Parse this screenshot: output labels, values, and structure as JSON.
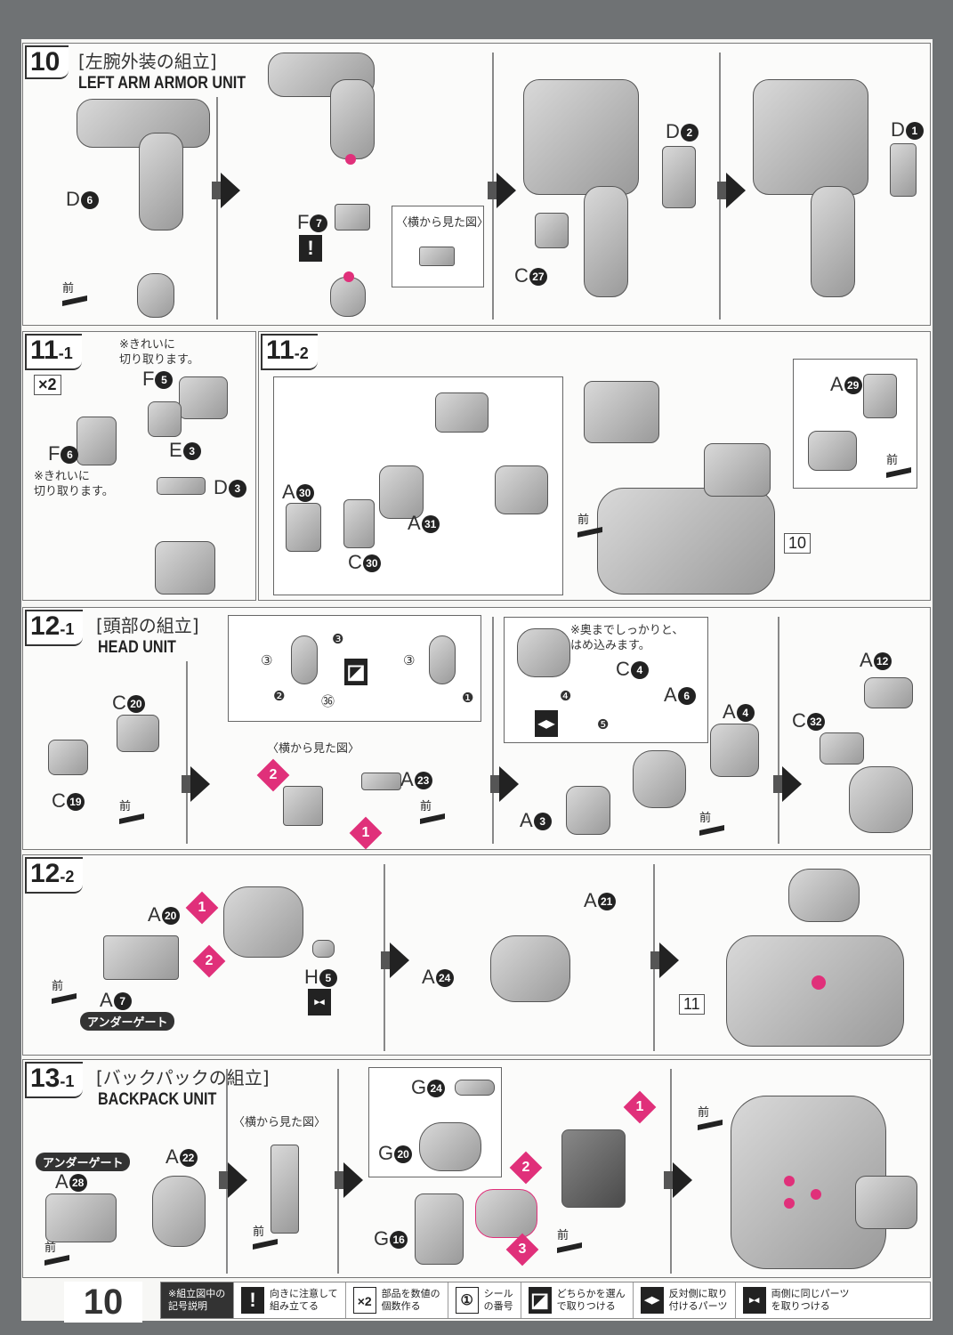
{
  "page_number": "10",
  "step10": {
    "num": "10",
    "title_jp": "[左腕外装の組立]",
    "title_en": "LEFT ARM ARMOR UNIT",
    "side_view": "〈横から見た図〉",
    "front": "前",
    "labels": {
      "d6": {
        "l": "D",
        "n": "6"
      },
      "f7": {
        "l": "F",
        "n": "7"
      },
      "c27": {
        "l": "C",
        "n": "27"
      },
      "d2": {
        "l": "D",
        "n": "2"
      },
      "d1": {
        "l": "D",
        "n": "1"
      }
    },
    "caution": "!"
  },
  "step11_1": {
    "num": "11",
    "sub": "-1",
    "note1": "※きれいに\n切り取ります。",
    "note2": "※きれいに\n切り取ります。",
    "x2": "×2",
    "labels": {
      "f5": {
        "l": "F",
        "n": "5"
      },
      "f6": {
        "l": "F",
        "n": "6"
      },
      "e3": {
        "l": "E",
        "n": "3"
      },
      "d3": {
        "l": "D",
        "n": "3"
      }
    }
  },
  "step11_2": {
    "num": "11",
    "sub": "-2",
    "front1": "前",
    "front2": "前",
    "ref": "10",
    "labels": {
      "a29": {
        "l": "A",
        "n": "29"
      },
      "a30": {
        "l": "A",
        "n": "30"
      },
      "a31": {
        "l": "A",
        "n": "31"
      },
      "c30": {
        "l": "C",
        "n": "30"
      }
    }
  },
  "step12_1": {
    "num": "12",
    "sub": "-1",
    "title_jp": "[頭部の組立]",
    "title_en": "HEAD UNIT",
    "side_view": "〈横から見た図〉",
    "front1": "前",
    "front2": "前",
    "front3": "前",
    "note": "※奥までしっかりと、\nはめ込みます。",
    "stickers": [
      "③",
      "❸",
      "❷",
      "㊱",
      "③",
      "❶",
      "❹",
      "❺"
    ],
    "labels": {
      "c20": {
        "l": "C",
        "n": "20"
      },
      "c19": {
        "l": "C",
        "n": "19"
      },
      "a23": {
        "l": "A",
        "n": "23"
      },
      "c4": {
        "l": "C",
        "n": "4"
      },
      "a6": {
        "l": "A",
        "n": "6"
      },
      "a4": {
        "l": "A",
        "n": "4"
      },
      "a3": {
        "l": "A",
        "n": "3"
      },
      "a12": {
        "l": "A",
        "n": "12"
      },
      "c32": {
        "l": "C",
        "n": "32"
      }
    },
    "order": [
      "2",
      "1"
    ]
  },
  "step12_2": {
    "num": "12",
    "sub": "-2",
    "front": "前",
    "under_gate": "アンダーゲート",
    "ref": "11",
    "labels": {
      "a20": {
        "l": "A",
        "n": "20"
      },
      "a7": {
        "l": "A",
        "n": "7"
      },
      "h5": {
        "l": "H",
        "n": "5"
      },
      "a21": {
        "l": "A",
        "n": "21"
      },
      "a24": {
        "l": "A",
        "n": "24"
      }
    },
    "order": [
      "1",
      "2"
    ]
  },
  "step13_1": {
    "num": "13",
    "sub": "-1",
    "title_jp": "[バックパックの組立]",
    "title_en": "BACKPACK UNIT",
    "side_view": "〈横から見た図〉",
    "under_gate": "アンダーゲート",
    "front1": "前",
    "front2": "前",
    "front3": "前",
    "front4": "前",
    "labels": {
      "a28": {
        "l": "A",
        "n": "28"
      },
      "a22": {
        "l": "A",
        "n": "22"
      },
      "g24": {
        "l": "G",
        "n": "24"
      },
      "g20": {
        "l": "G",
        "n": "20"
      },
      "g16": {
        "l": "G",
        "n": "16"
      }
    },
    "order": [
      "1",
      "2",
      "3"
    ]
  },
  "legend": {
    "head": "※組立図中の\n記号説明",
    "items": [
      {
        "icon": "exclamation-icon",
        "glyph": "!",
        "text": "向きに注意して\n組み立てる"
      },
      {
        "icon": "x2-icon",
        "glyph": "×2",
        "text": "部品を数値の\n個数作る"
      },
      {
        "icon": "sticker-icon",
        "glyph": "①",
        "text": "シール\nの番号"
      },
      {
        "icon": "choose-icon",
        "glyph": "◪",
        "text": "どちらかを選ん\nで取りつける"
      },
      {
        "icon": "opposite-side-icon",
        "glyph": "◀▶",
        "text": "反対側に取り\n付けるパーツ"
      },
      {
        "icon": "both-sides-icon",
        "glyph": "▸◂",
        "text": "両側に同じパーツ\nを取りつける"
      }
    ]
  },
  "colors": {
    "accent": "#e0307a",
    "panel_border": "#777777"
  }
}
